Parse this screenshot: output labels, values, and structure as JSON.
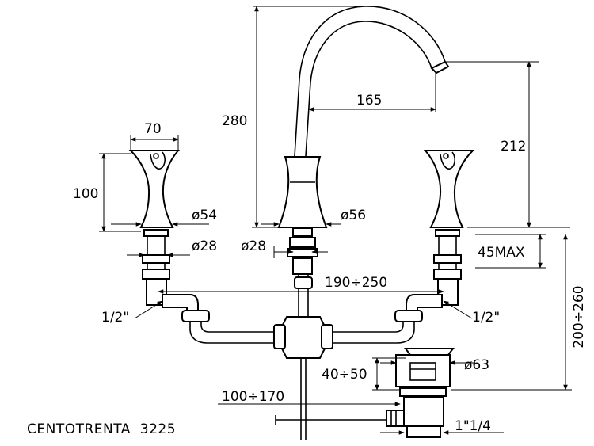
{
  "model_caption": "CENTOTRENTA  3225",
  "dimensions": {
    "spout_height": "280",
    "spout_reach": "165",
    "spout_outlet_height": "212",
    "handle_width": "70",
    "handle_height": "100",
    "handle_diameter": "ø54",
    "left_shank_diameter": "ø28",
    "center_body_diameter": "ø56",
    "center_shank_diameter": "ø28",
    "max_deck_thickness": "45MAX",
    "handle_spread": "190÷250",
    "left_connection": "1/2\"",
    "right_connection": "1/2\"",
    "below_deck_depth": "200÷260",
    "drain_flange_diameter": "ø63",
    "drain_height": "40÷50",
    "pop_up_rod_length": "100÷170",
    "drain_thread": "1\"1/4"
  }
}
